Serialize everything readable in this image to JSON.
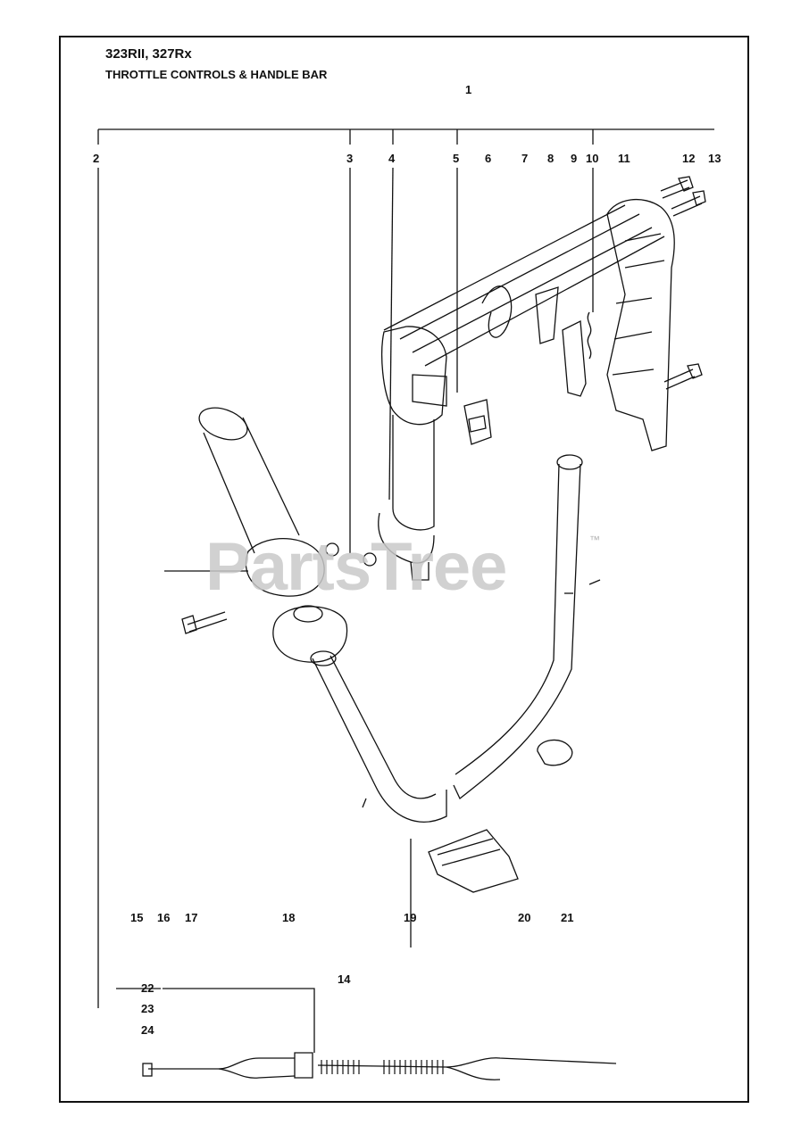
{
  "header": {
    "models": "323RII, 327Rx",
    "section_title": "THROTTLE CONTROLS & HANDLE BAR"
  },
  "callouts": {
    "c1": "1",
    "c2": "2",
    "c3": "3",
    "c4": "4",
    "c5": "5",
    "c6": "6",
    "c7": "7",
    "c8": "8",
    "c9": "9",
    "c10": "10",
    "c11": "11",
    "c12": "12",
    "c13": "13",
    "c14": "14",
    "c15": "15",
    "c16": "16",
    "c17": "17",
    "c18": "18",
    "c19": "19",
    "c20": "20",
    "c21": "21",
    "c22": "22",
    "c23": "23",
    "c24": "24"
  },
  "watermark": {
    "text": "PartsTree",
    "mark": "™"
  },
  "colors": {
    "line": "#111111",
    "watermark": "#c9c9c9",
    "background": "#ffffff"
  }
}
